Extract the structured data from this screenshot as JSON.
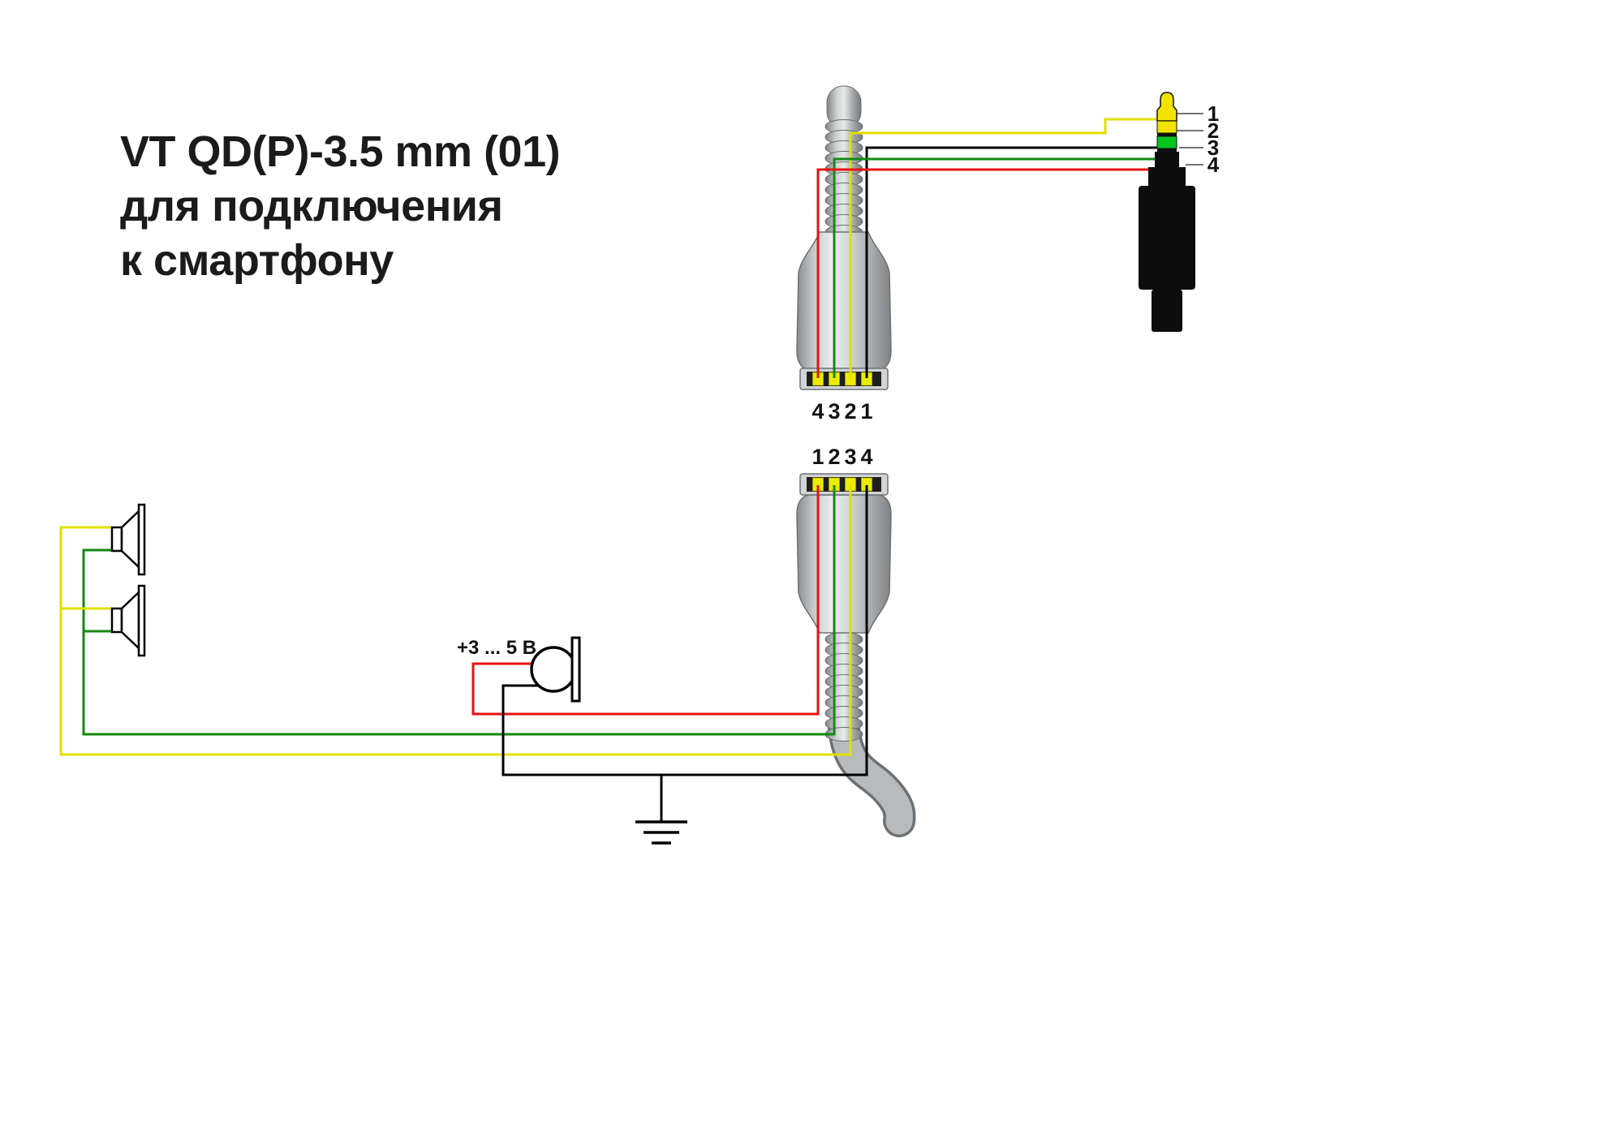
{
  "title": {
    "line1": "VT QD(P)-3.5 mm (01)",
    "line2": "для подключения",
    "line3": "к смартфону"
  },
  "jack": {
    "labels": [
      "1",
      "2",
      "3",
      "4"
    ]
  },
  "top_connector": {
    "pin_labels": [
      "4",
      "3",
      "2",
      "1"
    ]
  },
  "bottom_connector": {
    "pin_labels": [
      "1",
      "2",
      "3",
      "4"
    ]
  },
  "microphone": {
    "voltage_label": "+3 ... 5 В"
  },
  "colors": {
    "wire_yellow": "#e0e000",
    "wire_green": "#128a12",
    "wire_red": "#e81212",
    "wire_black": "#000000",
    "plug_tip_yellow": "#f2e400",
    "plug_ring_green": "#00c61e",
    "contact_yellow": "#ecec00"
  }
}
